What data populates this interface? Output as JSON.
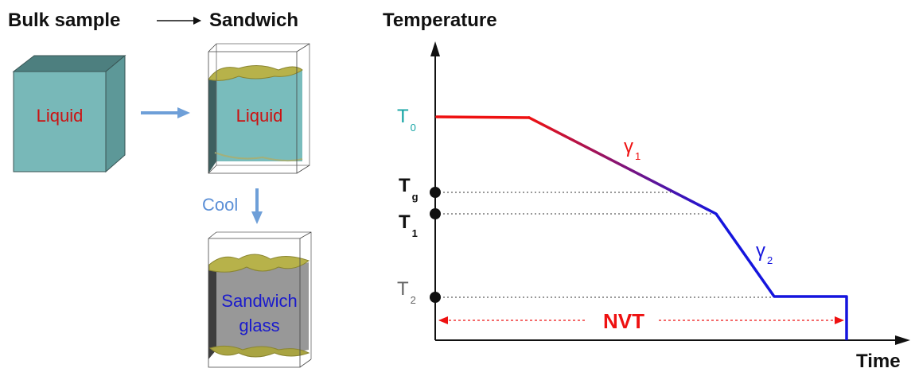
{
  "headers": {
    "bulk_sample": "Bulk sample",
    "sandwich": "Sandwich",
    "temperature": "Temperature",
    "time": "Time"
  },
  "left_panel": {
    "bulk_cube_label": "Liquid",
    "sandwich_box_label": "Liquid",
    "cool_label": "Cool",
    "glass_label_line1": "Sandwich",
    "glass_label_line2": "glass"
  },
  "temperature_levels": {
    "t0": {
      "base": "T",
      "sub": "0"
    },
    "tg": {
      "base": "T",
      "sub": "g"
    },
    "t1": {
      "base": "T",
      "sub": "1"
    },
    "t2": {
      "base": "T",
      "sub": "2"
    }
  },
  "rates": {
    "gamma1": {
      "base": "γ",
      "sub": "1"
    },
    "gamma2": {
      "base": "γ",
      "sub": "2"
    }
  },
  "ensemble_label": "NVT",
  "colors": {
    "cube_fill": "#78b8b8",
    "cube_top": "#4d7f7f",
    "cube_side": "#5d9898",
    "liquid_text": "#cc1111",
    "cool_text": "#5b8fd6",
    "arrow_blue": "#6e9fd8",
    "glass_fill": "#999999",
    "glass_text": "#1a1acc",
    "gold": "#b5b04a",
    "path_red": "#ee1111",
    "path_blue": "#1515dd",
    "t0_color": "#16a5a5",
    "t2_color": "#666666"
  }
}
